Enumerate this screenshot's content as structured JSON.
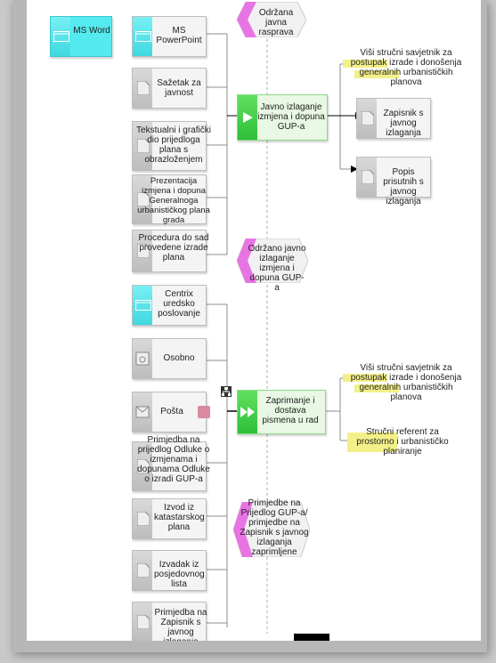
{
  "diagram": {
    "apps": [
      {
        "id": "word",
        "label": "MS Word"
      },
      {
        "id": "ppt",
        "label": "MS PowerPoint"
      },
      {
        "id": "centrix",
        "label": "Centrix uredsko poslovanje"
      }
    ],
    "documents_top": [
      {
        "id": "d1",
        "label": "Sažetak za javnost"
      },
      {
        "id": "d2",
        "label": "Tekstualni i grafički dio prijedloga plana s obrazloženjem"
      },
      {
        "id": "d3",
        "label": "Prezentacija izmjena i dopuna Generalnoga urbanističkog plana grada"
      },
      {
        "id": "d4",
        "label": "Procedura do sad provedene izrade plana"
      }
    ],
    "documents_bottom": [
      {
        "id": "b1",
        "label": "Osobno"
      },
      {
        "id": "b2",
        "label": "Pošta"
      },
      {
        "id": "b3",
        "label": "Primjedba na prijedlog Odluke o izmjenama i dopunama Odluke o izradi GUP-a"
      },
      {
        "id": "b4",
        "label": "Izvod iz katastarskog plana"
      },
      {
        "id": "b5",
        "label": "Izvadak iz posjedovnog lista"
      },
      {
        "id": "b6",
        "label": "Primjedba na Zapisnik s javnog izlaganja"
      }
    ],
    "events": [
      {
        "id": "e1",
        "label": "Održana javna rasprava"
      },
      {
        "id": "e2",
        "label": "Održano javno izlaganje izmjena i dopuna GUP-a"
      },
      {
        "id": "e3",
        "label": "Primjedbe na Prijedlog GUP-a/ primjedbe na Zapisnik s javnog izlaganja zaprimljene"
      }
    ],
    "functions": [
      {
        "id": "f1",
        "label": "Javno izlaganje izmjena i dopuna GUP-a"
      },
      {
        "id": "f2",
        "label": "Zaprimanje i dostava pismena u rad"
      }
    ],
    "roles": [
      {
        "id": "r1",
        "label": "Viši stručni savjetnik za postupak izrade i donošenja generalnih urbanističkih planova"
      },
      {
        "id": "r2",
        "label": "Viši stručni savjetnik za postupak izrade i donošenja generalnih urbanističkih planova"
      },
      {
        "id": "r3",
        "label": "Stručni referent za prostorno i urbanističko planiranje"
      }
    ],
    "outputs": [
      {
        "id": "o1",
        "label": "Zapisnik s javnog izlaganja"
      },
      {
        "id": "o2",
        "label": "Popis prisutnih s javnog izlaganja"
      }
    ],
    "colors": {
      "event": "#e874e4",
      "function": "#34c43a",
      "app": "#54eaf0",
      "role_highlight": "#f3f08a"
    },
    "icons": [
      "app-window-icon",
      "document-icon",
      "disk-icon",
      "mail-icon",
      "person-icon",
      "org-chart-icon",
      "play-arrow-icon"
    ]
  }
}
